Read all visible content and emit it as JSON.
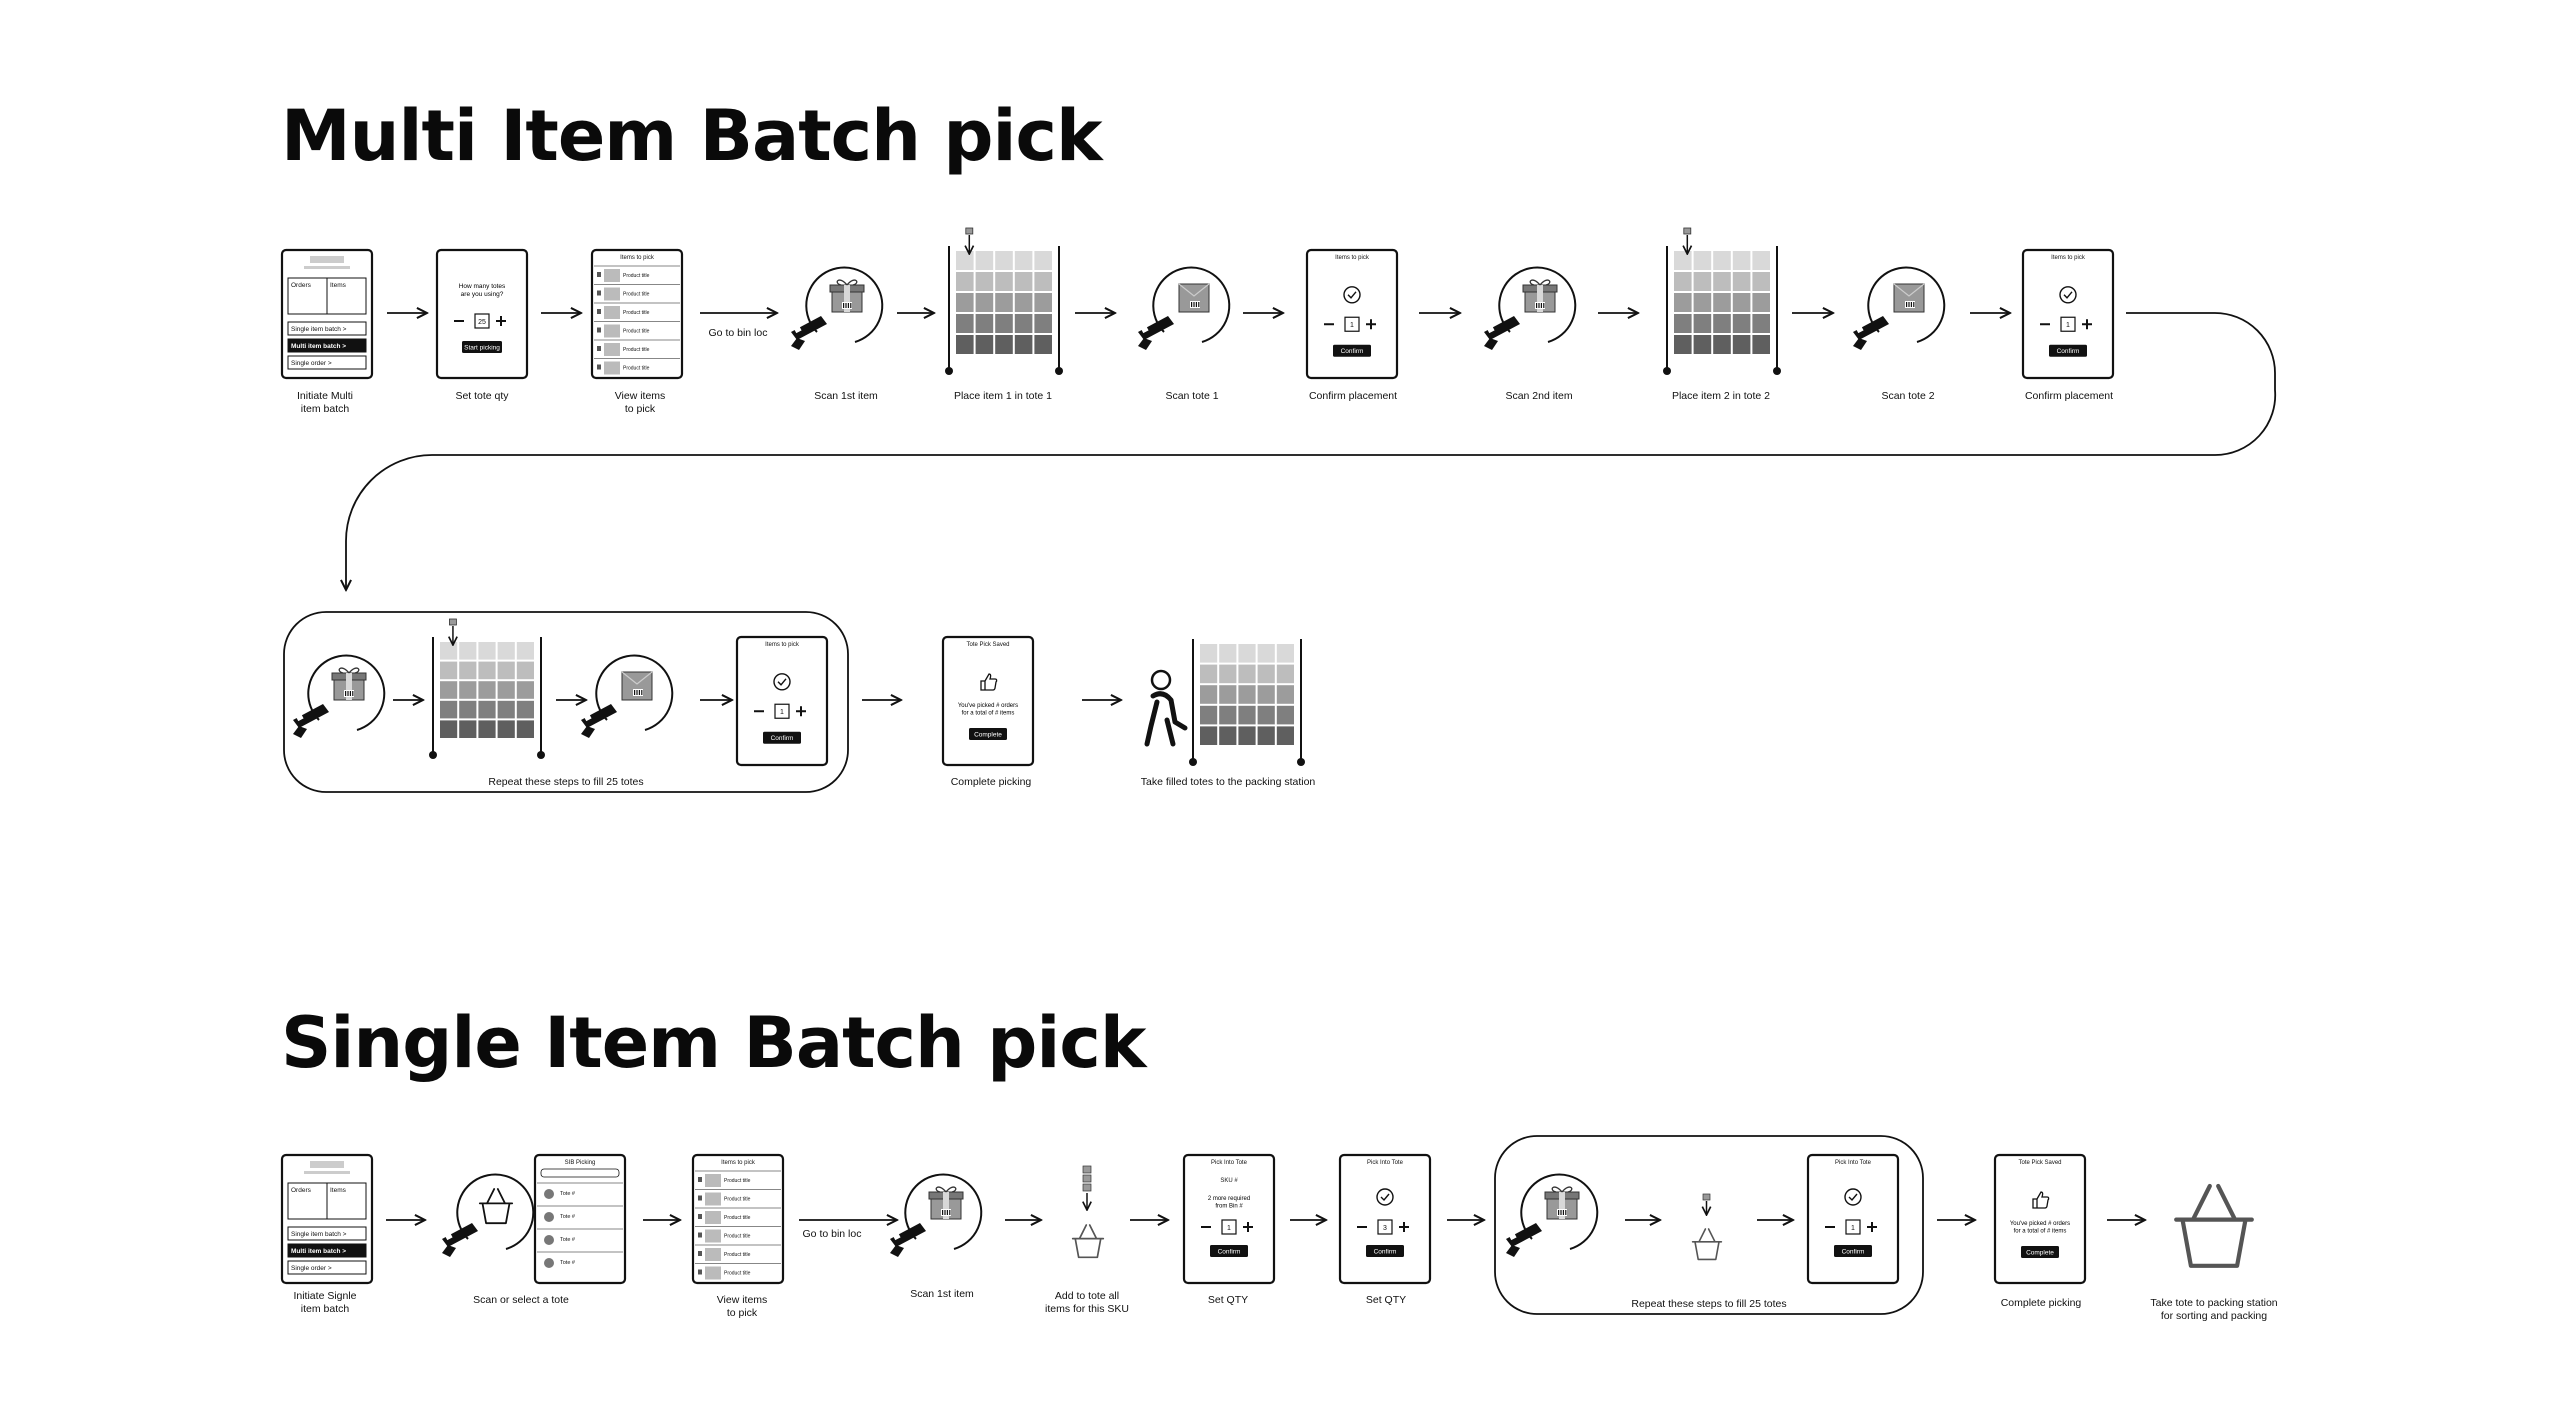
{
  "multi": {
    "title": "Multi Item Batch pick",
    "bin_loc": "Go to bin loc",
    "loop_label": "Repeat these steps to fill 25 totes",
    "steps": {
      "initiate": "Initiate Multi item batch",
      "set_qty": "Set tote qty",
      "view_items": "View items to pick",
      "scan1": "Scan 1st item",
      "place1": "Place item 1 in tote 1",
      "scan_tote1": "Scan tote 1",
      "confirm1": "Confirm placement",
      "scan2": "Scan 2nd item",
      "place2": "Place item 2 in tote 2",
      "scan_tote2": "Scan tote 2",
      "confirm2": "Confirm placement",
      "complete": "Complete picking",
      "take": "Take filled totes to the packing station"
    },
    "screens": {
      "orders": "Orders",
      "items": "Items",
      "single_batch": "Single item batch >",
      "multi_batch": "Multi item batch >",
      "single_order": "Single order >",
      "how_many": "How many totes are you using?",
      "qty_value": "25",
      "start": "Start picking",
      "items_to_pick": "Items to pick",
      "product_title": "Product title",
      "confirm": "Confirm",
      "qty_one": "1",
      "saved_title": "Tote Pick Saved",
      "saved_msg": "You've picked # orders for a total of # items",
      "complete_btn": "Complete"
    }
  },
  "single": {
    "title": "Single Item Batch pick",
    "bin_loc": "Go to bin loc",
    "loop_label": "Repeat these steps to fill 25 totes",
    "steps": {
      "initiate": "Initiate Signle item batch",
      "scan_tote": "Scan or select a tote",
      "view_items": "View items to pick",
      "scan1": "Scan 1st item",
      "add": "Add to tote all items for this SKU",
      "set_qty1": "Set QTY",
      "set_qty2": "Set QTY",
      "complete": "Complete picking",
      "take": "Take tote to packing station for sorting and packing"
    },
    "screens": {
      "sib_picking": "SIB Picking",
      "tote_hash": "Tote #",
      "pick_into_tote": "Pick Into Tote",
      "sku": "SKU #",
      "more_required": "2 more required from Bin #",
      "qty_three": "3"
    }
  }
}
